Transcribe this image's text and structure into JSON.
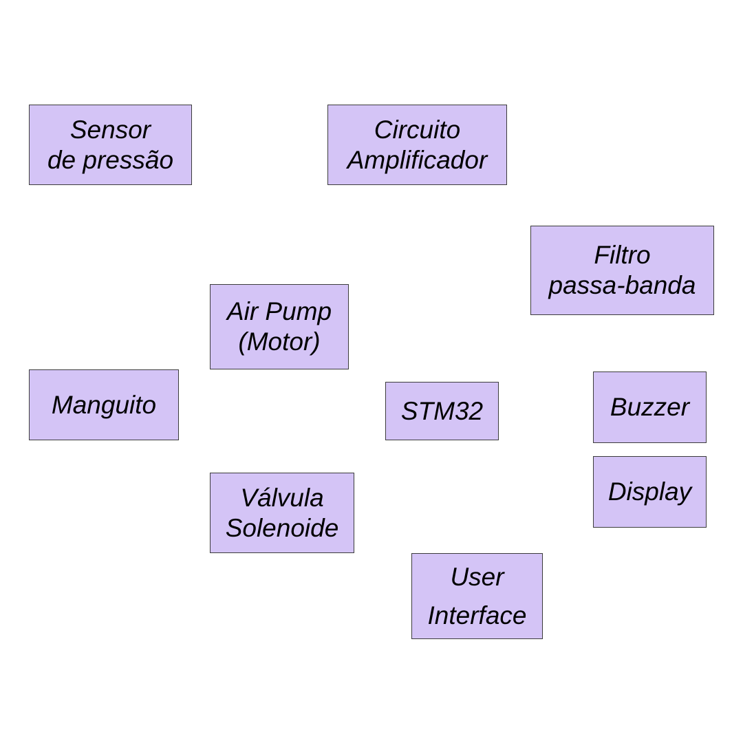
{
  "blocks": {
    "sensor": {
      "line1": "Sensor",
      "line2": "de pressão"
    },
    "circuito": {
      "line1": "Circuito",
      "line2": "Amplificador"
    },
    "filtro": {
      "line1": "Filtro",
      "line2": "passa-banda"
    },
    "airpump": {
      "line1": "Air Pump",
      "line2": "(Motor)"
    },
    "manguito": {
      "line1": "Manguito"
    },
    "stm32": {
      "line1": "STM32"
    },
    "buzzer": {
      "line1": "Buzzer"
    },
    "display": {
      "line1": "Display"
    },
    "valvula": {
      "line1": "Válvula",
      "line2": "Solenoide"
    },
    "user": {
      "line1": "User",
      "line2": "Interface"
    }
  },
  "colors": {
    "block_fill": "#d4c4f6",
    "block_border": "#3b3b3b",
    "text": "#000000",
    "background": "#ffffff"
  }
}
